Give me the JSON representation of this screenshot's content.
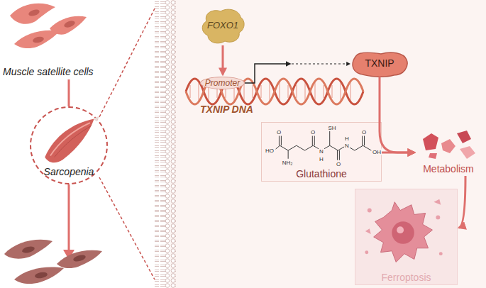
{
  "diagram": {
    "nodes": [
      {
        "text": [
          "Sarcopenia"
        ]
      },
      {
        "text": [
          "FOXO1"
        ]
      },
      {
        "text": [
          "Promoter"
        ]
      },
      {
        "text": [
          "TXNIP"
        ]
      },
      {
        "text": [
          "Glutathione"
        ]
      },
      {
        "text": [
          "Metabolism"
        ]
      },
      {
        "text": [
          "Ferroptosis"
        ]
      }
    ],
    "edges": [
      {
        "from": 1,
        "to": 2,
        "arrow": "to"
      },
      {
        "from": 2,
        "to": 3,
        "arrow": "to"
      },
      {
        "from": 3,
        "to": 5,
        "arrow": "to"
      },
      {
        "from": 4,
        "to": 5,
        "arrow": "to"
      },
      {
        "from": 5,
        "to": 6,
        "arrow": "to"
      }
    ],
    "labels": [
      "Muscle satellite cells",
      "TXNIP DNA",
      "HO",
      "O",
      "NH₂",
      "O",
      "N",
      "H",
      "SH",
      "O",
      "N",
      "H",
      "O",
      "OH"
    ]
  }
}
